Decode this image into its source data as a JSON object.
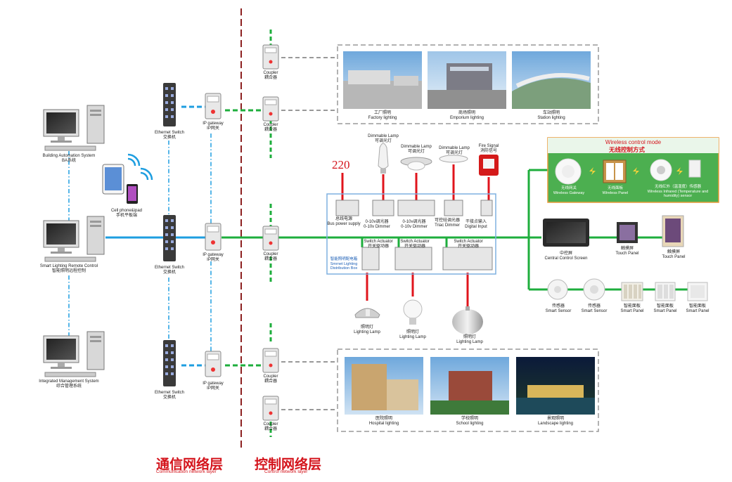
{
  "layers": {
    "communication": {
      "zh": "通信网络层",
      "en": "Communication network layer"
    },
    "control": {
      "zh": "控制网络层",
      "en": "Control network layer"
    }
  },
  "voltage": "220",
  "computers": {
    "ba": {
      "en": "Building Automation System",
      "zh": "BA系统"
    },
    "remote": {
      "en": "Smart Lighting Remote Control",
      "zh": "智能照明远程控制"
    },
    "ims": {
      "en": "Integrated Management System",
      "zh": "综合管理系统"
    }
  },
  "phone": {
    "en": "Cell phone&ipad",
    "zh": "手机平板端"
  },
  "ethernet_switch": {
    "en": "Ethernet Switch",
    "zh": "交换机"
  },
  "ip_gateway": {
    "en": "IP gateway",
    "zh": "IP网关"
  },
  "coupler": {
    "en": "Coupler",
    "zh": "耦合器"
  },
  "top_scenes": [
    {
      "zh": "工厂照明",
      "en": "Factory lighting"
    },
    {
      "zh": "商场照明",
      "en": "Emporium lighting"
    },
    {
      "zh": "车站照明",
      "en": "Station lighting"
    }
  ],
  "bottom_scenes": [
    {
      "zh": "医院照明",
      "en": "Hospital lighting"
    },
    {
      "zh": "学校照明",
      "en": "School lighting"
    },
    {
      "zh": "景观照明",
      "en": "Landscape lighting"
    }
  ],
  "top_lamps": [
    {
      "en": "Dimmable Lamp",
      "zh": "可调光灯"
    },
    {
      "en": "Dimmable Lamp",
      "zh": "可调光灯"
    },
    {
      "en": "Dimmable Lamp",
      "zh": "可调光灯"
    },
    {
      "en": "Fire Signal",
      "zh": "消防信号"
    }
  ],
  "box_modules": {
    "psu": {
      "zh": "总线电源",
      "en": "Bus power supply"
    },
    "dimmer1": {
      "zh": "0-10v调光器",
      "en": "0-10v Dimmer"
    },
    "dimmer2": {
      "zh": "0-10v调光器",
      "en": "0-10v Dimmer"
    },
    "triac": {
      "zh": "可控硅调光器",
      "en": "Triac Dimmer"
    },
    "digital": {
      "zh": "干接点输入",
      "en": "Digital Input"
    },
    "act1": {
      "en": "Switch Actuator",
      "zh": "开关驱动器"
    },
    "act2": {
      "en": "Switch Actuator",
      "zh": "开关驱动器"
    },
    "act3": {
      "en": "Switch Actuator",
      "zh": "开关驱动器"
    }
  },
  "dist_box": {
    "zh": "智能照明配电箱",
    "en1": "Smrnet Lighting",
    "en2": "Distribution Box"
  },
  "bottom_lamps": [
    {
      "zh": "照明灯",
      "en": "Lighting Lamp"
    },
    {
      "zh": "照明灯",
      "en": "Lighting Lamp"
    },
    {
      "zh": "照明灯",
      "en": "Lighting Lamp"
    }
  ],
  "wireless": {
    "title": "Wireless control mode",
    "title_zh": "无线控制方式",
    "items": [
      {
        "zh": "无线网关",
        "en": "Wireless Gateway"
      },
      {
        "zh": "无线面板",
        "en": "Wireless Panel"
      },
      {
        "zh": "无线红外（温湿度）传感器",
        "en1": "Wireless Infrared (Temperature and",
        "en2": "humidity) sensor"
      }
    ]
  },
  "screens": [
    {
      "zh": "中控屏",
      "en": "Central Control Screen"
    },
    {
      "zh": "触摸屏",
      "en": "Touch Panel"
    },
    {
      "zh": "触摸屏",
      "en": "Touch Panel"
    }
  ],
  "sensors": [
    {
      "zh": "传感器",
      "en": "Smart Sensor"
    },
    {
      "zh": "传感器",
      "en": "Smart Sensor"
    }
  ],
  "panels": [
    {
      "zh": "智能面板",
      "en": "Smart Panel"
    },
    {
      "zh": "智能面板",
      "en": "Smart Panel"
    },
    {
      "zh": "智能面板",
      "en": "Smart Panel"
    }
  ],
  "colors": {
    "bus_green": "#1eae3c",
    "network_blue": "#1e9ee0",
    "power_red": "#e0141c",
    "divider_red": "#8c2020",
    "wireless_bg": "#3aaa46",
    "wireless_border": "#e89a3a"
  }
}
